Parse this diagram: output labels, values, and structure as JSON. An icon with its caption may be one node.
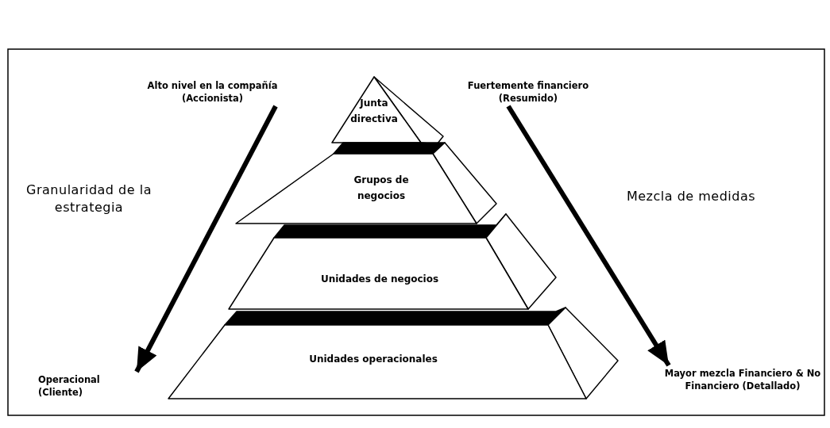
{
  "diagram": {
    "nodes": [
      {
        "text": [
          "Junta directiva"
        ]
      },
      {
        "text": [
          "Grupos de negocios"
        ]
      },
      {
        "text": [
          "Unidades de negocios"
        ]
      },
      {
        "text": [
          "Unidades operacionales"
        ]
      },
      {
        "text": [
          "Alto nivel en la compañía (Accionista)"
        ]
      },
      {
        "text": [
          "Operacional (Cliente)"
        ]
      },
      {
        "text": [
          "Fuertemente financiero (Resumido)"
        ]
      },
      {
        "text": [
          "Mayor mezcla Financiero & No Financiero (Detallado)"
        ]
      }
    ],
    "edges": [
      {
        "from": 4,
        "to": 5,
        "arrow": "to"
      },
      {
        "from": 6,
        "to": 7,
        "arrow": "to"
      }
    ],
    "labels": [
      "Granularidad de la estrategia",
      "Mezcla de medidas"
    ]
  }
}
